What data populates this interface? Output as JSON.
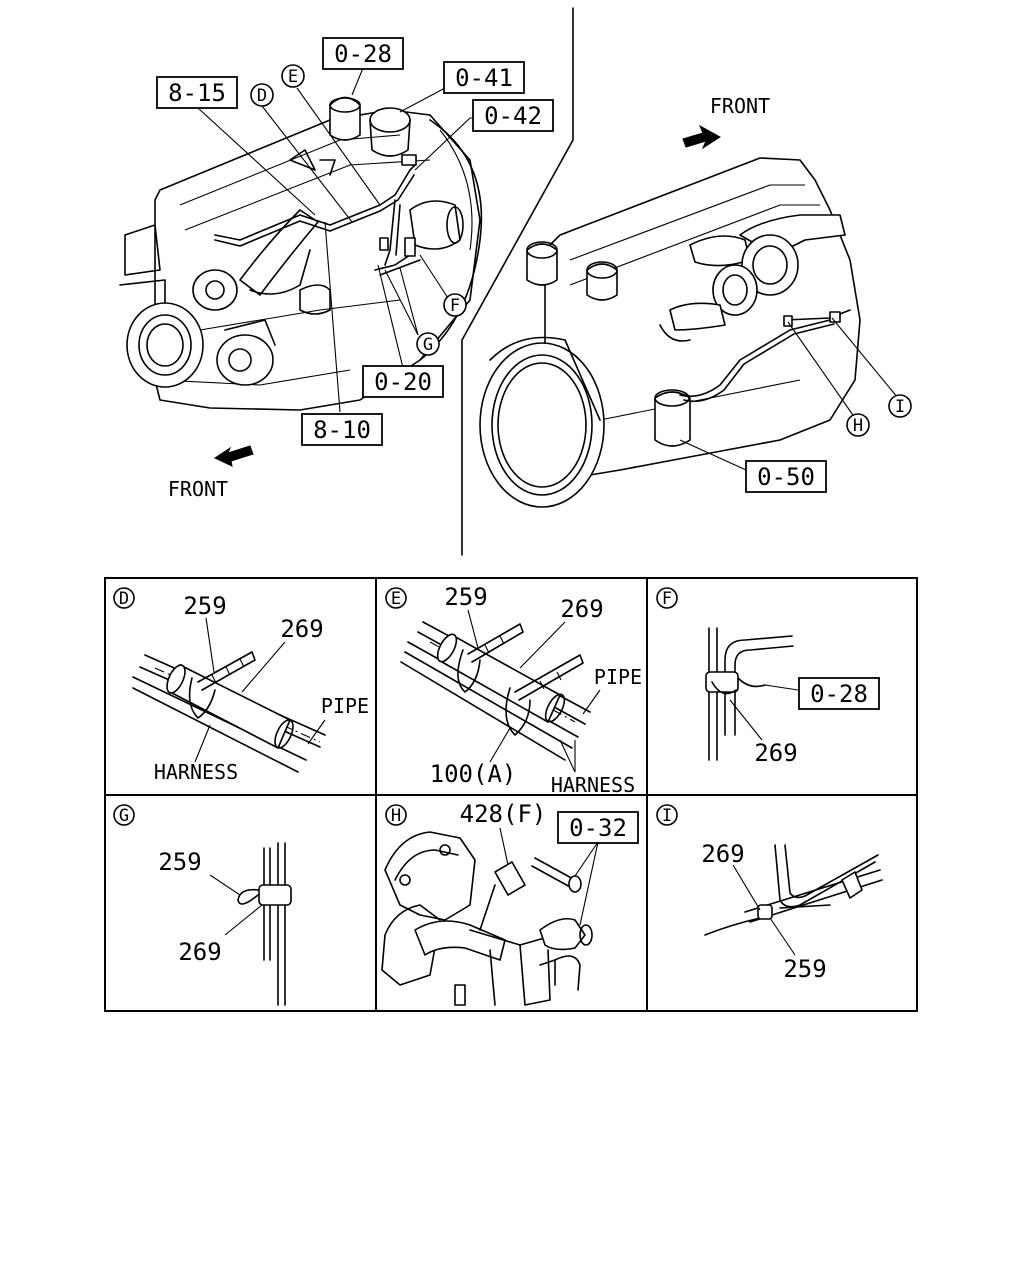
{
  "top_left": {
    "callouts": {
      "c_0_28": "0-28",
      "c_0_41": "0-41",
      "c_0_42": "0-42",
      "c_8_15": "8-15",
      "c_0_20": "0-20",
      "c_8_10": "8-10"
    },
    "circles": {
      "d": "D",
      "e": "E",
      "f": "F",
      "g": "G"
    },
    "front_label": "FRONT"
  },
  "top_right": {
    "front_label": "FRONT",
    "callouts": {
      "c_0_50": "0-50"
    },
    "circles": {
      "h": "H",
      "i": "I"
    }
  },
  "details": {
    "D": {
      "letter": "D",
      "n259": "259",
      "n269": "269",
      "pipe": "PIPE",
      "harness": "HARNESS"
    },
    "E": {
      "letter": "E",
      "n259": "259",
      "n269": "269",
      "pipe": "PIPE",
      "harness": "HARNESS",
      "n100": "100(A)"
    },
    "F": {
      "letter": "F",
      "c_0_28": "0-28",
      "n269": "269"
    },
    "G": {
      "letter": "G",
      "n259": "259",
      "n269": "269"
    },
    "H": {
      "letter": "H",
      "n428": "428(F)",
      "c_0_32": "0-32"
    },
    "I": {
      "letter": "I",
      "n269": "269",
      "n259": "259"
    }
  }
}
